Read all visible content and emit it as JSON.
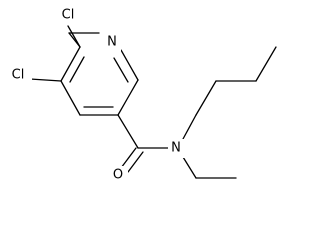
{
  "molecule": {
    "atoms": {
      "cl_top": "Cl",
      "cl_left": "Cl",
      "n_ring": "N",
      "n_amide": "N",
      "o": "O"
    }
  }
}
